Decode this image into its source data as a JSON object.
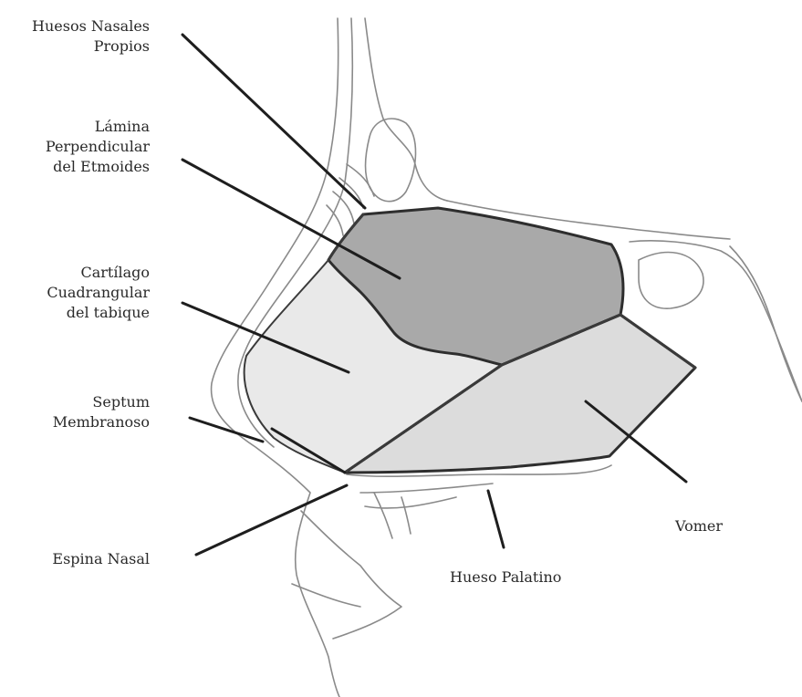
{
  "labels": {
    "huesos_nasales": [
      "Huesos Nasales",
      "Propios"
    ],
    "lamina": [
      "Lámina",
      "Perpendicular",
      "del Etmoides"
    ],
    "cartilago": [
      "Cartílago",
      "Cuadrangular",
      "del tabique"
    ],
    "septum": [
      "Septum",
      "Membranoso"
    ],
    "espina": [
      "Espina Nasal"
    ],
    "hueso_palatino": [
      "Hueso Palatino"
    ],
    "vomer": [
      "Vomer"
    ]
  },
  "colors": {
    "perpendicular_plate": "#a9a9a9",
    "cartilage": "#e9e9e9",
    "vomer": "#dcdcdc",
    "outline": "#8a8a8a",
    "leader": "#1e1e1e"
  }
}
